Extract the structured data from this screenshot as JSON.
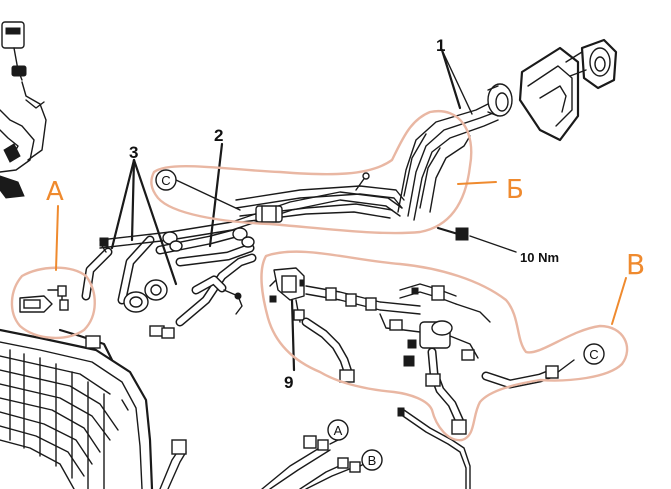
{
  "diagram": {
    "colors": {
      "ink": "#1a1a1a",
      "marker_orange": "#ef8a2e",
      "region_outline": "#e9b7a3",
      "background": "#ffffff"
    },
    "part_numbers": {
      "p1": "1",
      "p2": "2",
      "p3": "3",
      "p9": "9"
    },
    "torque_label": "10 Nm",
    "circle_refs": {
      "c_top": "C",
      "c_right": "C",
      "a_bottom": "A",
      "b_bottom": "B"
    },
    "region_markers": {
      "a": "А",
      "b": "Б",
      "v": "В"
    }
  }
}
